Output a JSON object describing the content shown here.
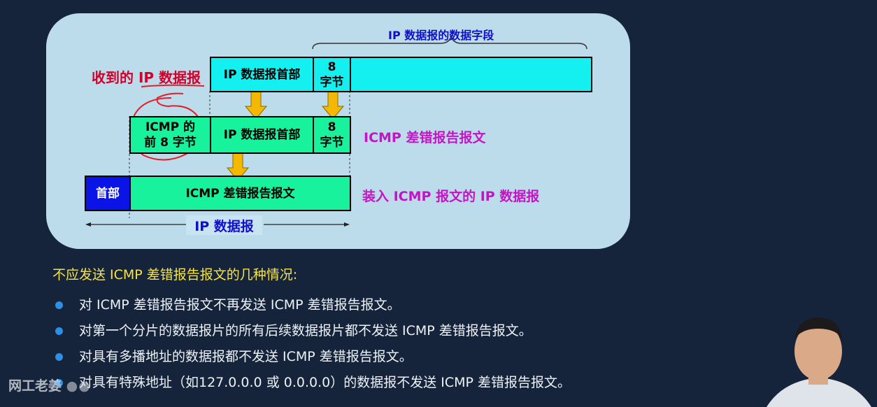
{
  "diagram": {
    "top_field_label": "IP 数据报的数据字段",
    "received_label": "收到的 IP 数据报",
    "row1": {
      "header": "IP 数据报首部",
      "eight_bytes": "8\n字节"
    },
    "row2": {
      "icmp_first8": "ICMP 的\n前 8 字节",
      "header": "IP 数据报首部",
      "eight_bytes": "8\n字节",
      "label": "ICMP 差错报告报文"
    },
    "row3": {
      "head": "首部",
      "body": "ICMP 差错报告报文",
      "label": "装入 ICMP 报文的 IP 数据报"
    },
    "bottom_label": "IP 数据报",
    "colors": {
      "cyan": "#14f0f0",
      "green": "#19f29c",
      "blue": "#0a14e6",
      "arrow": "#f5b800",
      "annotation": "#e0202a"
    }
  },
  "notes": {
    "heading": "不应发送 ICMP 差错报告报文的几种情况:",
    "items": [
      "对 ICMP 差错报告报文不再发送 ICMP 差错报告报文。",
      "对第一个分片的数据报片的所有后续数据报片都不发送 ICMP 差错报告报文。",
      "对具有多播地址的数据报都不发送 ICMP 差错报告报文。",
      "对具有特殊地址（如127.0.0.0 或 0.0.0.0）的数据报不发送 ICMP 差错报告报文。"
    ]
  },
  "watermark": "网工老姜"
}
